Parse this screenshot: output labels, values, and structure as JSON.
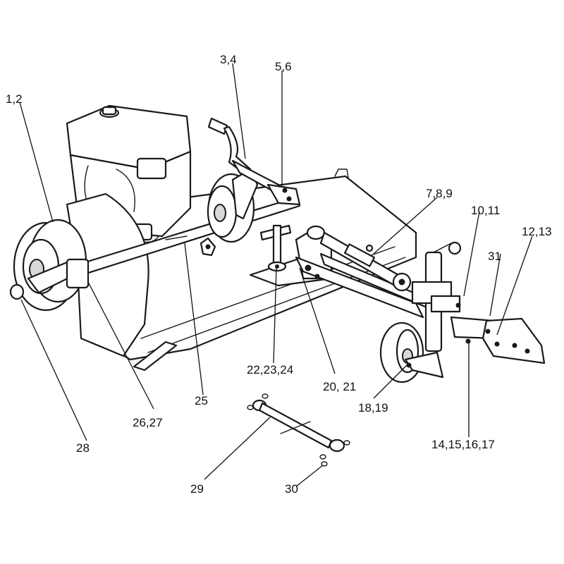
{
  "callouts": [
    {
      "id": "c1",
      "text": "1,2"
    },
    {
      "id": "c2",
      "text": "3,4"
    },
    {
      "id": "c3",
      "text": "5,6"
    },
    {
      "id": "c4",
      "text": "7,8,9"
    },
    {
      "id": "c5",
      "text": "10,11"
    },
    {
      "id": "c6",
      "text": "12,13"
    },
    {
      "id": "c7",
      "text": "31"
    },
    {
      "id": "c8",
      "text": "22,23,24"
    },
    {
      "id": "c9",
      "text": "20, 21"
    },
    {
      "id": "c10",
      "text": "18,19"
    },
    {
      "id": "c11",
      "text": "25"
    },
    {
      "id": "c12",
      "text": "26,27"
    },
    {
      "id": "c13",
      "text": "28"
    },
    {
      "id": "c14",
      "text": "14,15,16,17"
    },
    {
      "id": "c15",
      "text": "29"
    },
    {
      "id": "c16",
      "text": "30"
    }
  ]
}
